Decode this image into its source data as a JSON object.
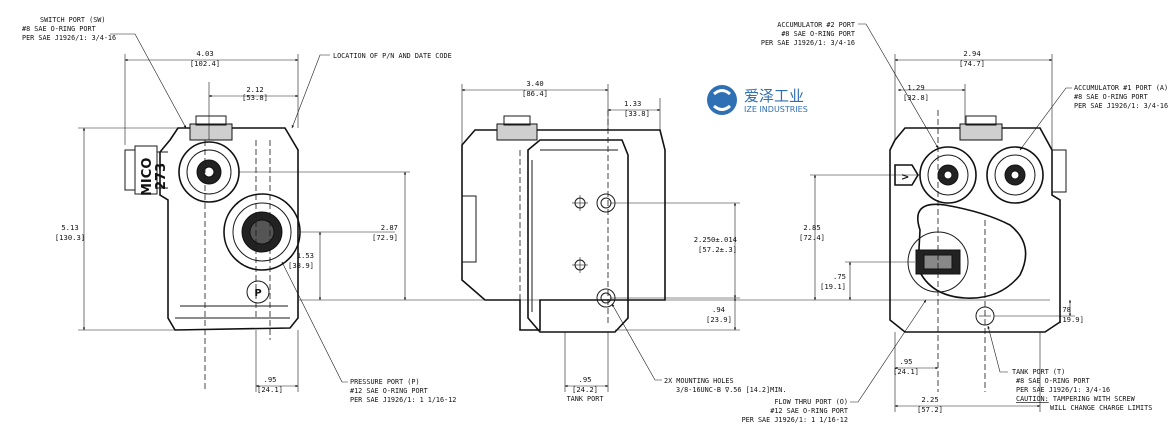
{
  "logo": {
    "brand_cn": "爱泽工业",
    "brand_en": "IZE INDUSTRIES",
    "color": "#2f6fb3"
  },
  "left_view": {
    "switch_port": [
      "SWITCH PORT (SW)",
      "#8 SAE O-RING PORT",
      "PER SAE J1926/1: 3/4-16"
    ],
    "location_note": "LOCATION OF P/N AND DATE CODE",
    "pressure_port": [
      "PRESSURE PORT (P)",
      "#12 SAE O-RING PORT",
      "PER SAE J1926/1: 1 1/16-12"
    ],
    "body_marks": [
      "MICO",
      "273"
    ],
    "port_letter": "P",
    "dims": {
      "w403": [
        "4.03",
        "[102.4]"
      ],
      "w212": [
        "2.12",
        "[53.8]"
      ],
      "h513": [
        "5.13",
        "[130.3]"
      ],
      "h153": [
        "1.53",
        "[38.9]"
      ],
      "w95": [
        ".95",
        "[24.1]"
      ]
    }
  },
  "center_view": {
    "mounting_holes": [
      "2X MOUNTING HOLES",
      "3/8-16UNC-B ∇.56 [14.2]MIN."
    ],
    "tank_port_label": "TANK PORT",
    "dims": {
      "w340": [
        "3.40",
        "[86.4]"
      ],
      "w133": [
        "1.33",
        "[33.8]"
      ],
      "h287": [
        "2.87",
        "[72.9]"
      ],
      "h2250": [
        "2.250±.014",
        "[57.2±.3]"
      ],
      "h94": [
        ".94",
        "[23.9]"
      ],
      "w95": [
        ".95",
        "[24.2]"
      ]
    }
  },
  "right_view": {
    "acc2_port": [
      "ACCUMULATOR #2 PORT",
      "#8 SAE O-RING PORT",
      "PER SAE J1926/1: 3/4-16"
    ],
    "acc1_port": [
      "ACCUMULATOR #1 PORT (A)",
      "#8 SAE O-RING PORT",
      "PER SAE J1926/1: 3/4-16"
    ],
    "tank_port": [
      "TANK PORT (T)",
      "#8 SAE O-RING PORT",
      "PER SAE J1926/1: 3/4-16"
    ],
    "caution_word": "CAUTION:",
    "caution_text": [
      " TAMPERING WITH SCREW",
      "WILL CHANGE CHARGE LIMITS"
    ],
    "flow_thru_port": [
      "FLOW THRU PORT (O)",
      "#12 SAE O-RING PORT",
      "PER SAE J1926/1:  1 1/16-12"
    ],
    "dims": {
      "w294": [
        "2.94",
        "[74.7]"
      ],
      "w129": [
        "1.29",
        "[32.8]"
      ],
      "h285": [
        "2.85",
        "[72.4]"
      ],
      "h75": [
        ".75",
        "[19.1]"
      ],
      "h78": [
        ".78",
        "[19.9]"
      ],
      "w95": [
        ".95",
        "[24.1]"
      ],
      "w225": [
        "2.25",
        "[57.2]"
      ]
    }
  }
}
